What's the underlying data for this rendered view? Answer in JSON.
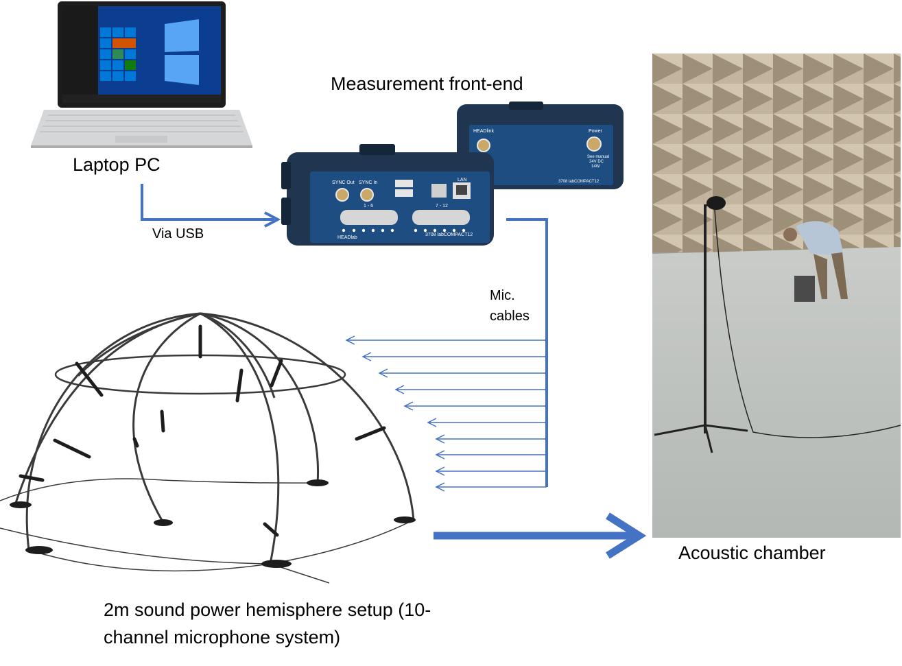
{
  "labels": {
    "laptop": "Laptop PC",
    "frontend": "Measurement front-end",
    "usb": "Via USB",
    "mic_line1": "Mic.",
    "mic_line2": "cables",
    "chamber": "Acoustic chamber",
    "hemi_line1": "2m sound power hemisphere setup (10-",
    "hemi_line2": "channel microphone system)"
  },
  "device_markings": {
    "sync_out": "SYNC Out",
    "sync_in": "SYNC In",
    "range_a": "1 - 6",
    "range_b": "7 - 12",
    "lan": "LAN",
    "brand": "HEADlab",
    "model": "3708 labCOMPACT12",
    "headlink": "HEADlink",
    "power": "Power",
    "power_note1": "See manual",
    "power_note2": "24V DC",
    "power_note3": "14W"
  },
  "mic_channels": 10,
  "colors": {
    "arrow": "#4472c4",
    "device": "#1f3550",
    "device_panel": "#1e4d82"
  }
}
